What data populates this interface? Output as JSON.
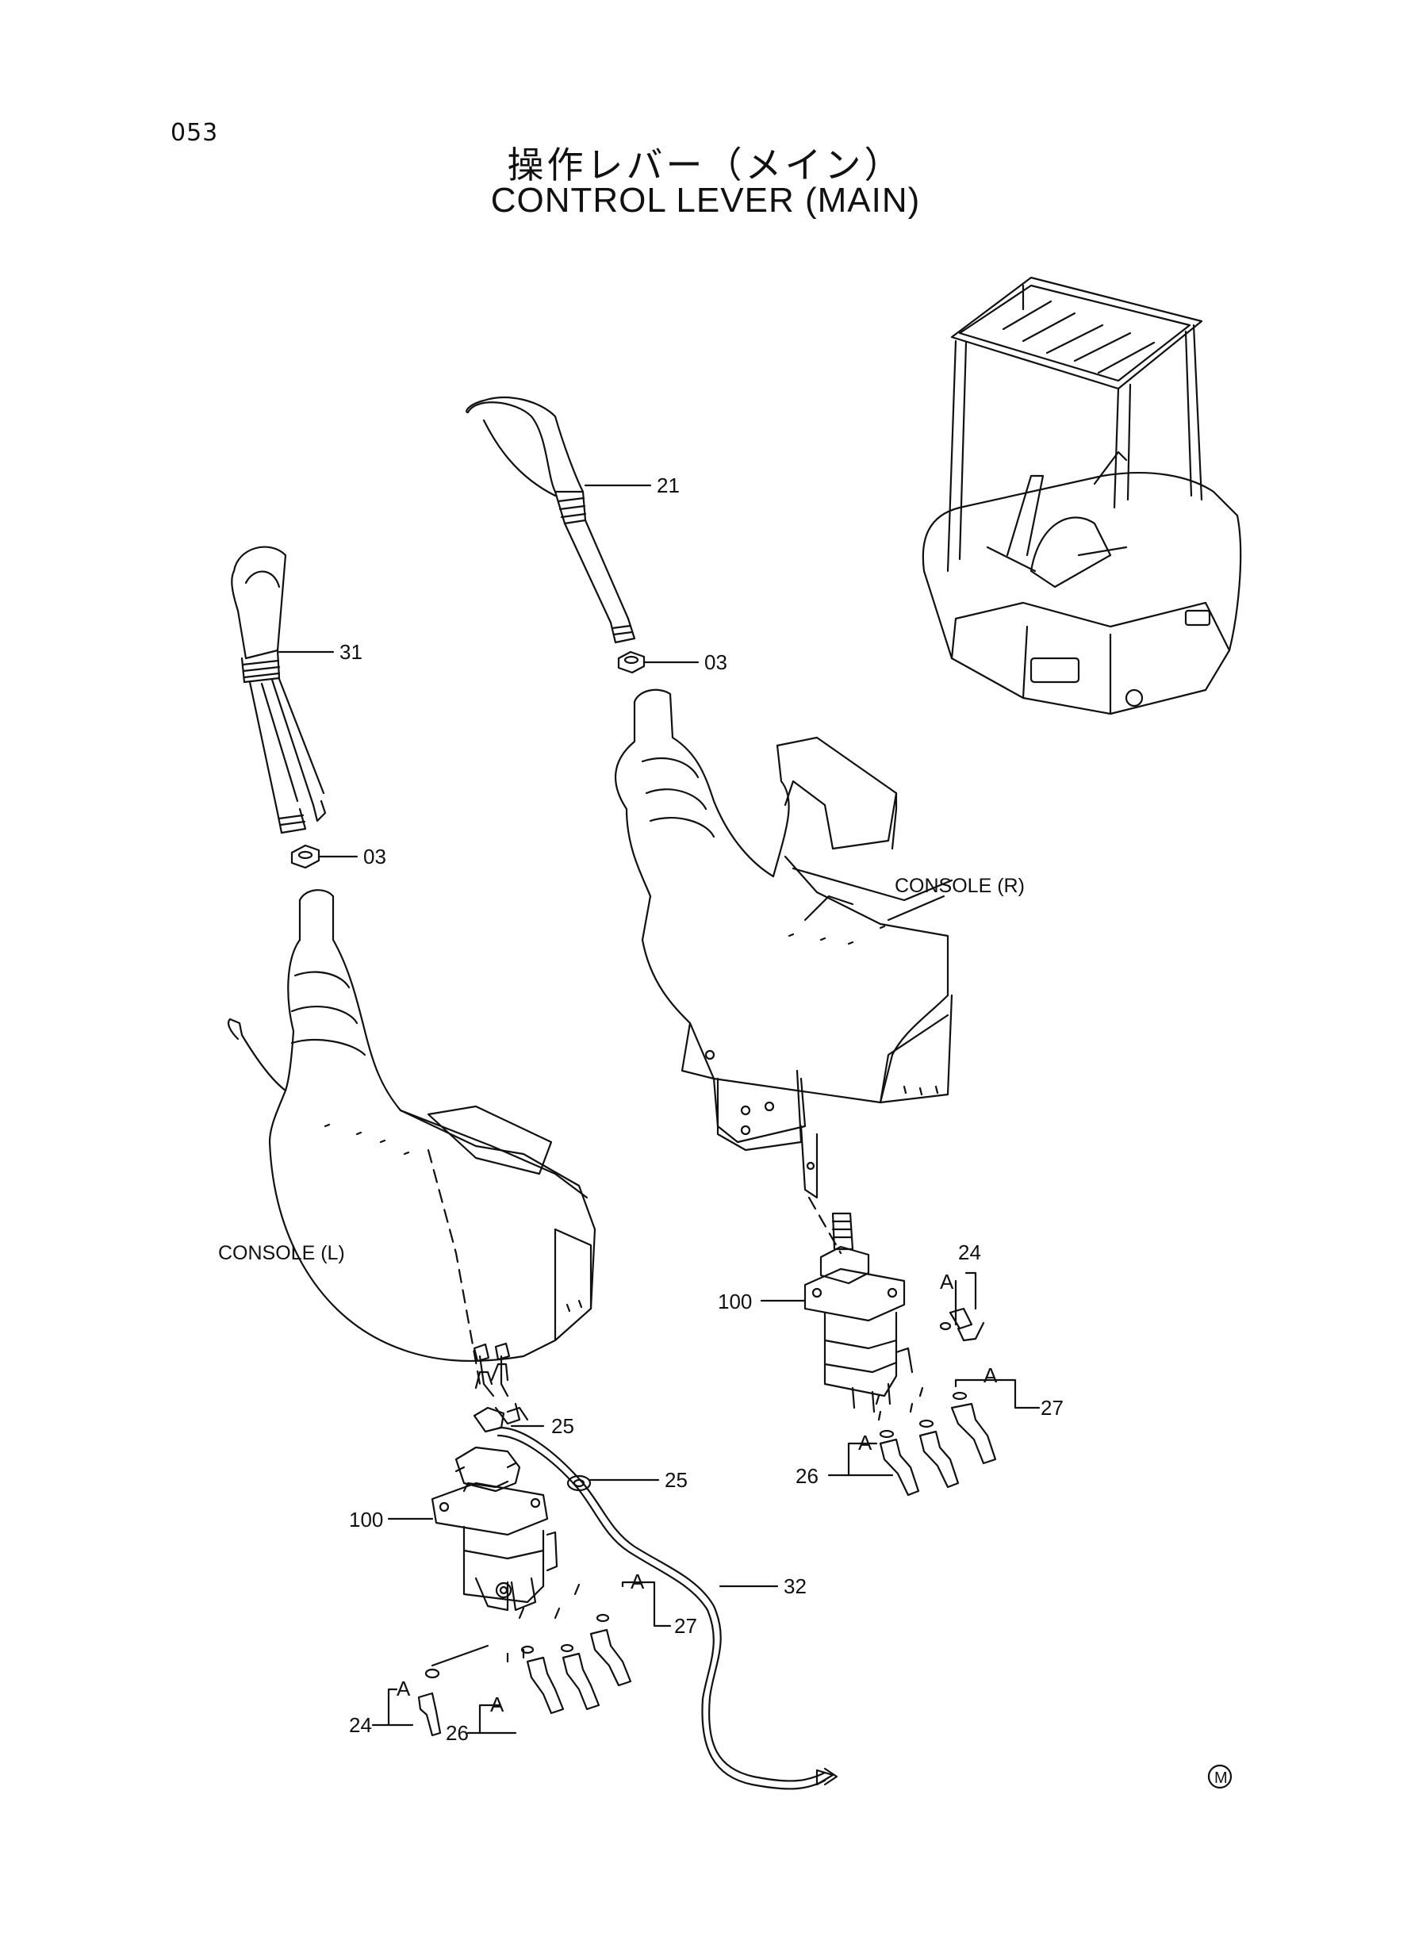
{
  "page_number": "053",
  "title_jp": "操作レバー（メイン）",
  "title_en": "CONTROL LEVER (MAIN)",
  "console_labels": {
    "right": "CONSOLE (R)",
    "left": "CONSOLE (L)"
  },
  "callouts": {
    "c21": "21",
    "c31": "31",
    "c03a": "03",
    "c03b": "03",
    "c24r": "24",
    "c100r": "100",
    "c27r": "27",
    "c26r": "26",
    "c25a": "25",
    "c25b": "25",
    "c100l": "100",
    "c32": "32",
    "c27l": "27",
    "c24l": "24",
    "c26l": "26"
  },
  "port_marks": {
    "a": "A"
  },
  "footer_mark": "M"
}
